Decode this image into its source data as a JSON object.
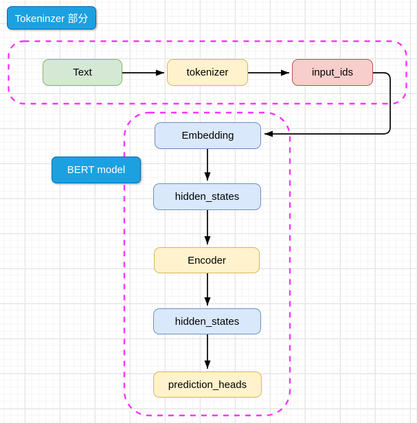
{
  "diagram": {
    "section_labels": {
      "tokenizer_part": "Tokeninzer 部分",
      "bert_model": "BERT model"
    },
    "nodes": {
      "text": "Text",
      "tokenizer": "tokenizer",
      "input_ids": "input_ids",
      "embedding": "Embedding",
      "hidden_states_top": "hidden_states",
      "encoder": "Encoder",
      "hidden_states_bottom": "hidden_states",
      "prediction_heads": "prediction_heads"
    },
    "edges": [
      {
        "from": "Text",
        "to": "tokenizer"
      },
      {
        "from": "tokenizer",
        "to": "input_ids"
      },
      {
        "from": "input_ids",
        "to": "Embedding"
      },
      {
        "from": "Embedding",
        "to": "hidden_states"
      },
      {
        "from": "hidden_states",
        "to": "Encoder"
      },
      {
        "from": "Encoder",
        "to": "hidden_states"
      },
      {
        "from": "hidden_states",
        "to": "prediction_heads"
      }
    ],
    "colors": {
      "label_fill": "#1BA1E2",
      "label_stroke": "#006EAF",
      "label_text": "#FFFFFF",
      "green_fill": "#D5E8D4",
      "green_stroke": "#82B366",
      "yellow_fill": "#FFF2CC",
      "yellow_stroke": "#D6B656",
      "red_fill": "#F8CECC",
      "red_stroke": "#B85450",
      "blue_fill": "#DAE8FC",
      "blue_stroke": "#6C8EBF",
      "container_stroke": "#FF33FF",
      "arrow_stroke": "#000000"
    }
  }
}
